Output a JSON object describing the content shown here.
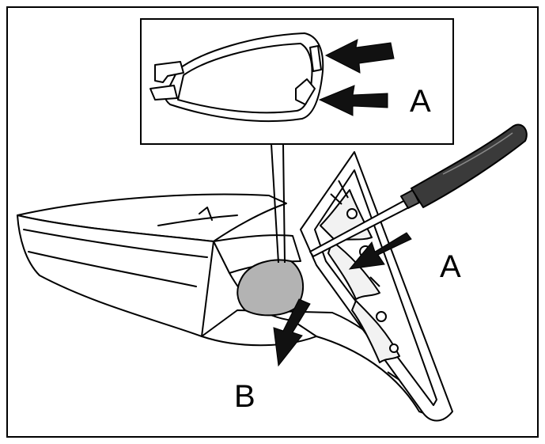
{
  "labels": {
    "inset_a": "A",
    "right_a": "A",
    "bottom_b": "B"
  },
  "colors": {
    "line": "#000000",
    "paper": "#ffffff",
    "highlight": "#b3b3b3",
    "arrow": "#111111"
  }
}
